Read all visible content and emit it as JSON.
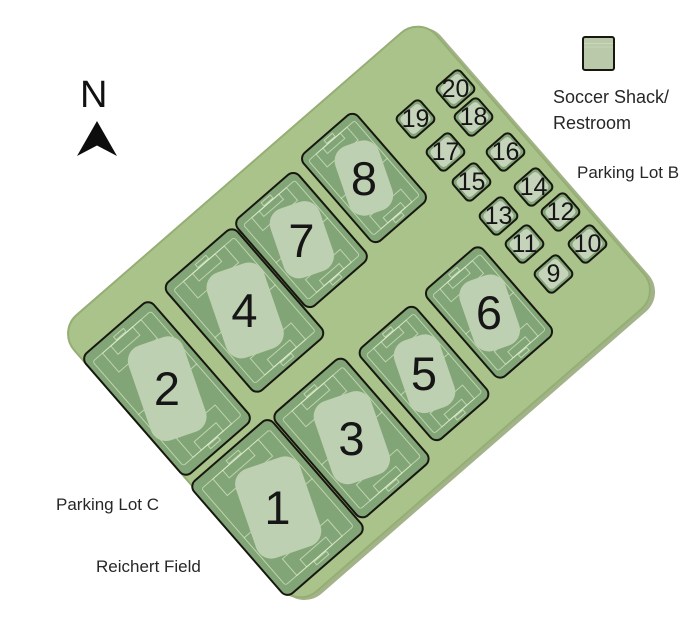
{
  "map": {
    "name": "Reichert Field",
    "north": {
      "label": "N"
    },
    "legend": {
      "line1": "Soccer Shack/",
      "line2": "Restroom"
    },
    "labels": {
      "parking_lot_b": "Parking Lot B",
      "parking_lot_c": "Parking Lot C",
      "field_name": "Reichert Field"
    },
    "colors": {
      "park_green": "#a9c38a",
      "field_green": "#82a577",
      "field_highlight": "#bed0b2",
      "outline": "#17170f",
      "pitch_lines": "#e4f0ce"
    },
    "fields": {
      "large": [
        {
          "number": "1"
        },
        {
          "number": "2"
        },
        {
          "number": "3"
        },
        {
          "number": "4"
        },
        {
          "number": "5"
        },
        {
          "number": "6"
        },
        {
          "number": "7"
        },
        {
          "number": "8"
        }
      ],
      "small": [
        {
          "number": "9"
        },
        {
          "number": "10"
        },
        {
          "number": "11"
        },
        {
          "number": "12"
        },
        {
          "number": "13"
        },
        {
          "number": "14"
        },
        {
          "number": "15"
        },
        {
          "number": "16"
        },
        {
          "number": "17"
        },
        {
          "number": "18"
        },
        {
          "number": "19"
        },
        {
          "number": "20"
        }
      ]
    }
  }
}
